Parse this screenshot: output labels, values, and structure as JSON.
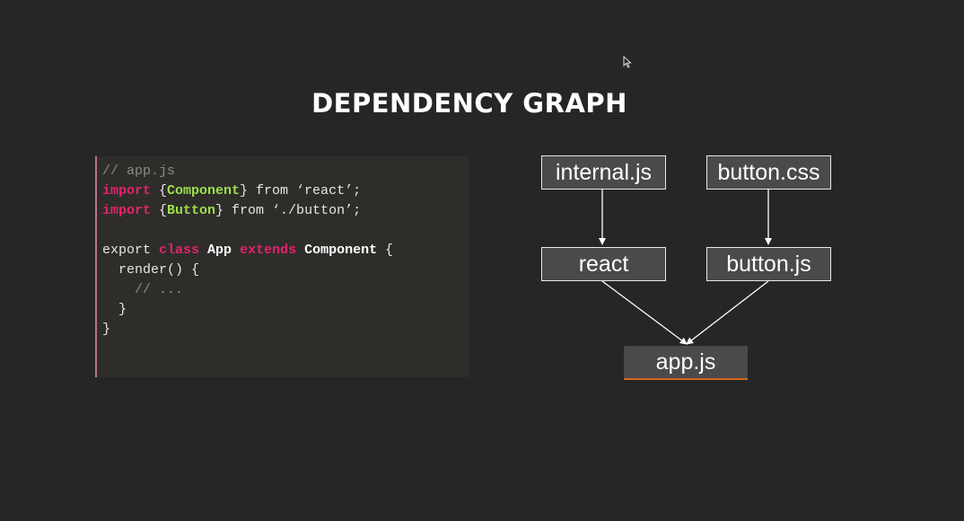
{
  "slide": {
    "title": "DEPENDENCY GRAPH"
  },
  "code": {
    "lines": [
      [
        {
          "t": "// app.js",
          "c": "comment"
        }
      ],
      [
        {
          "t": "import",
          "c": "kw"
        },
        {
          "t": " {",
          "c": "plain"
        },
        {
          "t": "Component",
          "c": "green"
        },
        {
          "t": "} from ‘react’;",
          "c": "plain"
        }
      ],
      [
        {
          "t": "import",
          "c": "kw"
        },
        {
          "t": " {",
          "c": "plain"
        },
        {
          "t": "Button",
          "c": "green"
        },
        {
          "t": "} from ‘./button’;",
          "c": "plain"
        }
      ],
      [],
      [
        {
          "t": "export ",
          "c": "plain"
        },
        {
          "t": "class",
          "c": "kw"
        },
        {
          "t": " ",
          "c": "plain"
        },
        {
          "t": "App",
          "c": "white-b"
        },
        {
          "t": " ",
          "c": "plain"
        },
        {
          "t": "extends",
          "c": "kw"
        },
        {
          "t": " ",
          "c": "plain"
        },
        {
          "t": "Component",
          "c": "white-b"
        },
        {
          "t": " {",
          "c": "plain"
        }
      ],
      [
        {
          "t": "  render() {",
          "c": "plain"
        }
      ],
      [
        {
          "t": "    // ...",
          "c": "comment"
        }
      ],
      [
        {
          "t": "  }",
          "c": "plain"
        }
      ],
      [
        {
          "t": "}",
          "c": "plain"
        }
      ]
    ]
  },
  "graph": {
    "nodes": {
      "internal_js": "internal.js",
      "button_css": "button.css",
      "react": "react",
      "button_js": "button.js",
      "app_js": "app.js"
    }
  },
  "colors": {
    "background": "#262626",
    "node_fill": "#4a4a4a",
    "keyword": "#e0246e",
    "identifier": "#9be04a",
    "root_accent": "#d2691e"
  }
}
